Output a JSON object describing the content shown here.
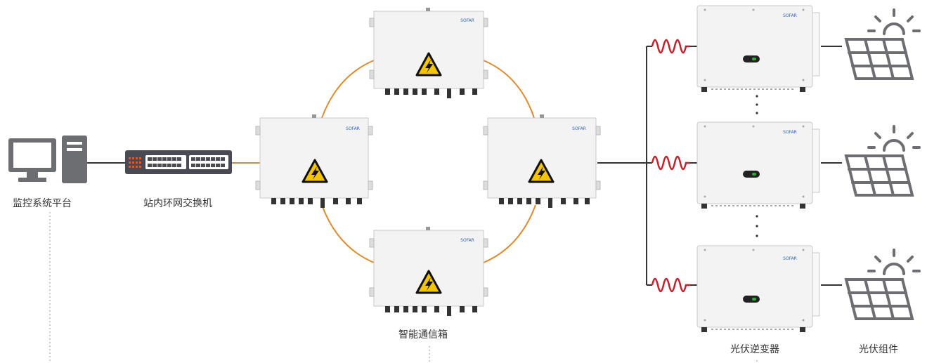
{
  "labels": {
    "monitoring_platform": "监控系统平台",
    "ring_switch": "站内环网交换机",
    "smart_comm_box": "智能通信箱",
    "pv_inverter": "光伏逆变器",
    "pv_module": "光伏组件"
  },
  "brand": "SOFAR",
  "colors": {
    "ring_cable": "#e08a2e",
    "line": "#333333",
    "device_gray": "#6d6e71",
    "switch_body": "#4a4a55",
    "switch_led": "#e4572e",
    "box_fill": "#f3f3f3",
    "box_stroke": "#c9c9c9",
    "inductor": "#c8202a",
    "warning_yellow": "#f5c400",
    "brand_blue": "#2f66b3"
  }
}
